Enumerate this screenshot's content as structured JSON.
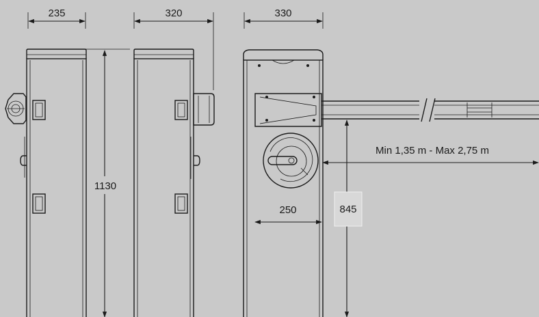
{
  "dimensions": {
    "width_side": "235",
    "width_rear": "320",
    "width_front": "330",
    "height_total": "1130",
    "pivot_height": "845",
    "base_width": "250",
    "boom_length": "Min 1,35 m - Max 2,75 m"
  },
  "colors": {
    "background": "#c9c9c9",
    "line": "#1a1a1a",
    "highlight_box": "#d8d8d8"
  }
}
